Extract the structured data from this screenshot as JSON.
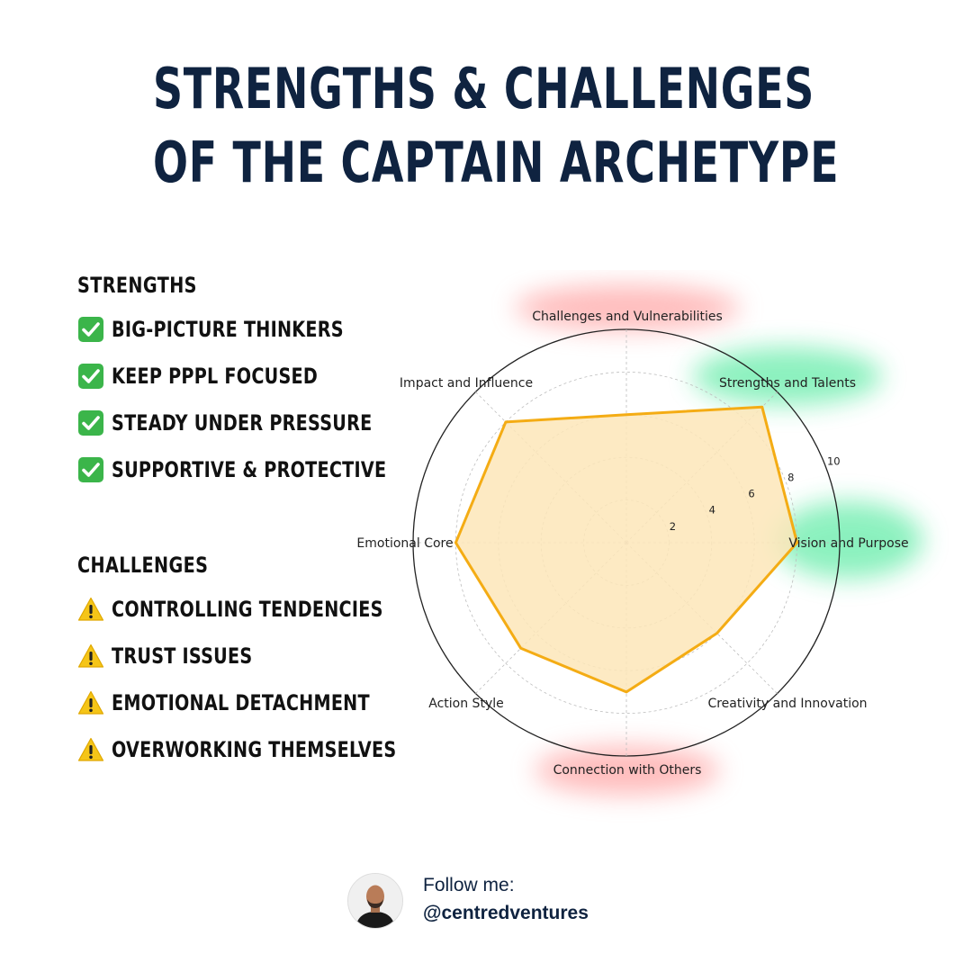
{
  "title": {
    "line1": "STRENGTHS & CHALLENGES",
    "line2": "OF THE CAPTAIN ARCHETYPE"
  },
  "strengths": {
    "heading": "STRENGTHS",
    "icon": "check-box-icon",
    "items": [
      "BIG-PICTURE THINKERS",
      "KEEP PPPL FOCUSED",
      "STEADY UNDER PRESSURE",
      "SUPPORTIVE & PROTECTIVE"
    ]
  },
  "challenges": {
    "heading": "CHALLENGES",
    "icon": "warning-icon",
    "items": [
      "CONTROLLING TENDENCIES",
      "TRUST ISSUES",
      "EMOTIONAL DETACHMENT",
      "OVERWORKING THEMSELVES"
    ]
  },
  "chart_data": {
    "type": "radar",
    "categories": [
      "Vision and Purpose",
      "Strengths and Talents",
      "Challenges and Vulnerabilities",
      "Impact and Influence",
      "Emotional Core",
      "Action Style",
      "Connection with Others",
      "Creativity and Innovation"
    ],
    "values": [
      8,
      9,
      6,
      8,
      8,
      7,
      7,
      6
    ],
    "radial_ticks": [
      "2",
      "4",
      "6",
      "8",
      "10"
    ],
    "rlim": [
      0,
      10
    ],
    "grid": true,
    "fill_color": "#fde6b8",
    "line_color": "#f4ac14",
    "highlights": {
      "green": [
        "Strengths and Talents",
        "Vision and Purpose"
      ],
      "red": [
        "Challenges and Vulnerabilities",
        "Connection with Others"
      ]
    }
  },
  "footer": {
    "follow": "Follow me:",
    "handle": "@centredventures"
  },
  "colors": {
    "title": "#0f2340",
    "check_green": "#3bb54a",
    "warning_yellow": "#f5c518",
    "highlight_green": "#2ee58a",
    "highlight_red": "#ff7a7a"
  }
}
